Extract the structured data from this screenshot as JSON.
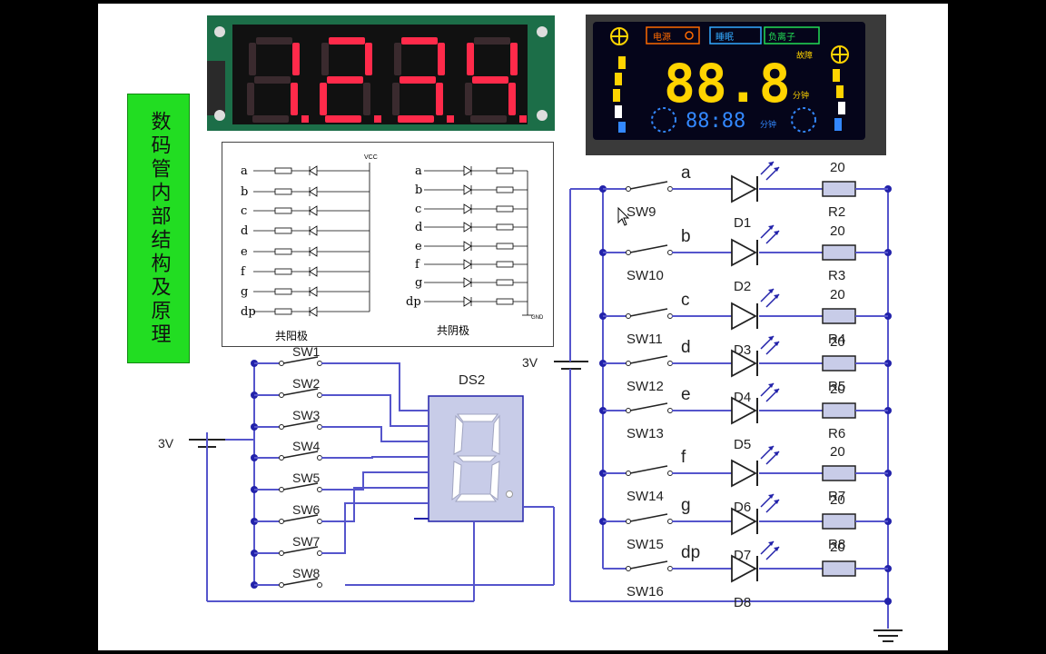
{
  "slide": {
    "title": "数码管内部结构及原理"
  },
  "photo_four_digit": {
    "digits": [
      "1.",
      "2.",
      "3.",
      "4."
    ],
    "digit_color": "#ff2a4a"
  },
  "photo_lcd_panel": {
    "icon_label_1": "电源",
    "icon_label_2": "睡眠",
    "icon_label_3": "负离子",
    "main_digits": "88.8",
    "small_digits": "88:88",
    "label_fault": "故障",
    "label_minute_1": "分钟",
    "label_minute_2": "分钟",
    "accent_yellow": "#ffd400"
  },
  "scheme_drawing": {
    "left_labels": [
      "a",
      "b",
      "c",
      "d",
      "e",
      "f",
      "g",
      "dp"
    ],
    "right_labels": [
      "a",
      "b",
      "c",
      "d",
      "e",
      "f",
      "g",
      "dp"
    ],
    "vcc_label": "VCC",
    "gnd_label": "GND",
    "left_caption": "共阳极",
    "right_caption": "共阴极"
  },
  "left_circuit": {
    "battery_label": "3V",
    "display_label": "DS2",
    "switches": [
      "SW1",
      "SW2",
      "SW3",
      "SW4",
      "SW5",
      "SW6",
      "SW7",
      "SW8"
    ]
  },
  "right_circuit": {
    "battery_label": "3V",
    "rows": [
      {
        "switch": "SW9",
        "segment": "a",
        "diode": "D1",
        "resistor": "R2",
        "value": "20"
      },
      {
        "switch": "SW10",
        "segment": "b",
        "diode": "D2",
        "resistor": "R3",
        "value": "20"
      },
      {
        "switch": "SW11",
        "segment": "c",
        "diode": "D3",
        "resistor": "R4",
        "value": "20"
      },
      {
        "switch": "SW12",
        "segment": "d",
        "diode": "D4",
        "resistor": "R5",
        "value": "20"
      },
      {
        "switch": "SW13",
        "segment": "e",
        "diode": "D5",
        "resistor": "R6",
        "value": "20"
      },
      {
        "switch": "SW14",
        "segment": "f",
        "diode": "D6",
        "resistor": "R7",
        "value": "20"
      },
      {
        "switch": "SW15",
        "segment": "g",
        "diode": "D7",
        "resistor": "R8",
        "value": "20"
      },
      {
        "switch": "SW16",
        "segment": "dp",
        "diode": "D8",
        "resistor": "",
        "value": "20"
      }
    ]
  },
  "colors": {
    "wire": "#5555cc",
    "component": "#2222aa",
    "display_body": "#c8cce8",
    "title_bg": "#22dd22"
  }
}
